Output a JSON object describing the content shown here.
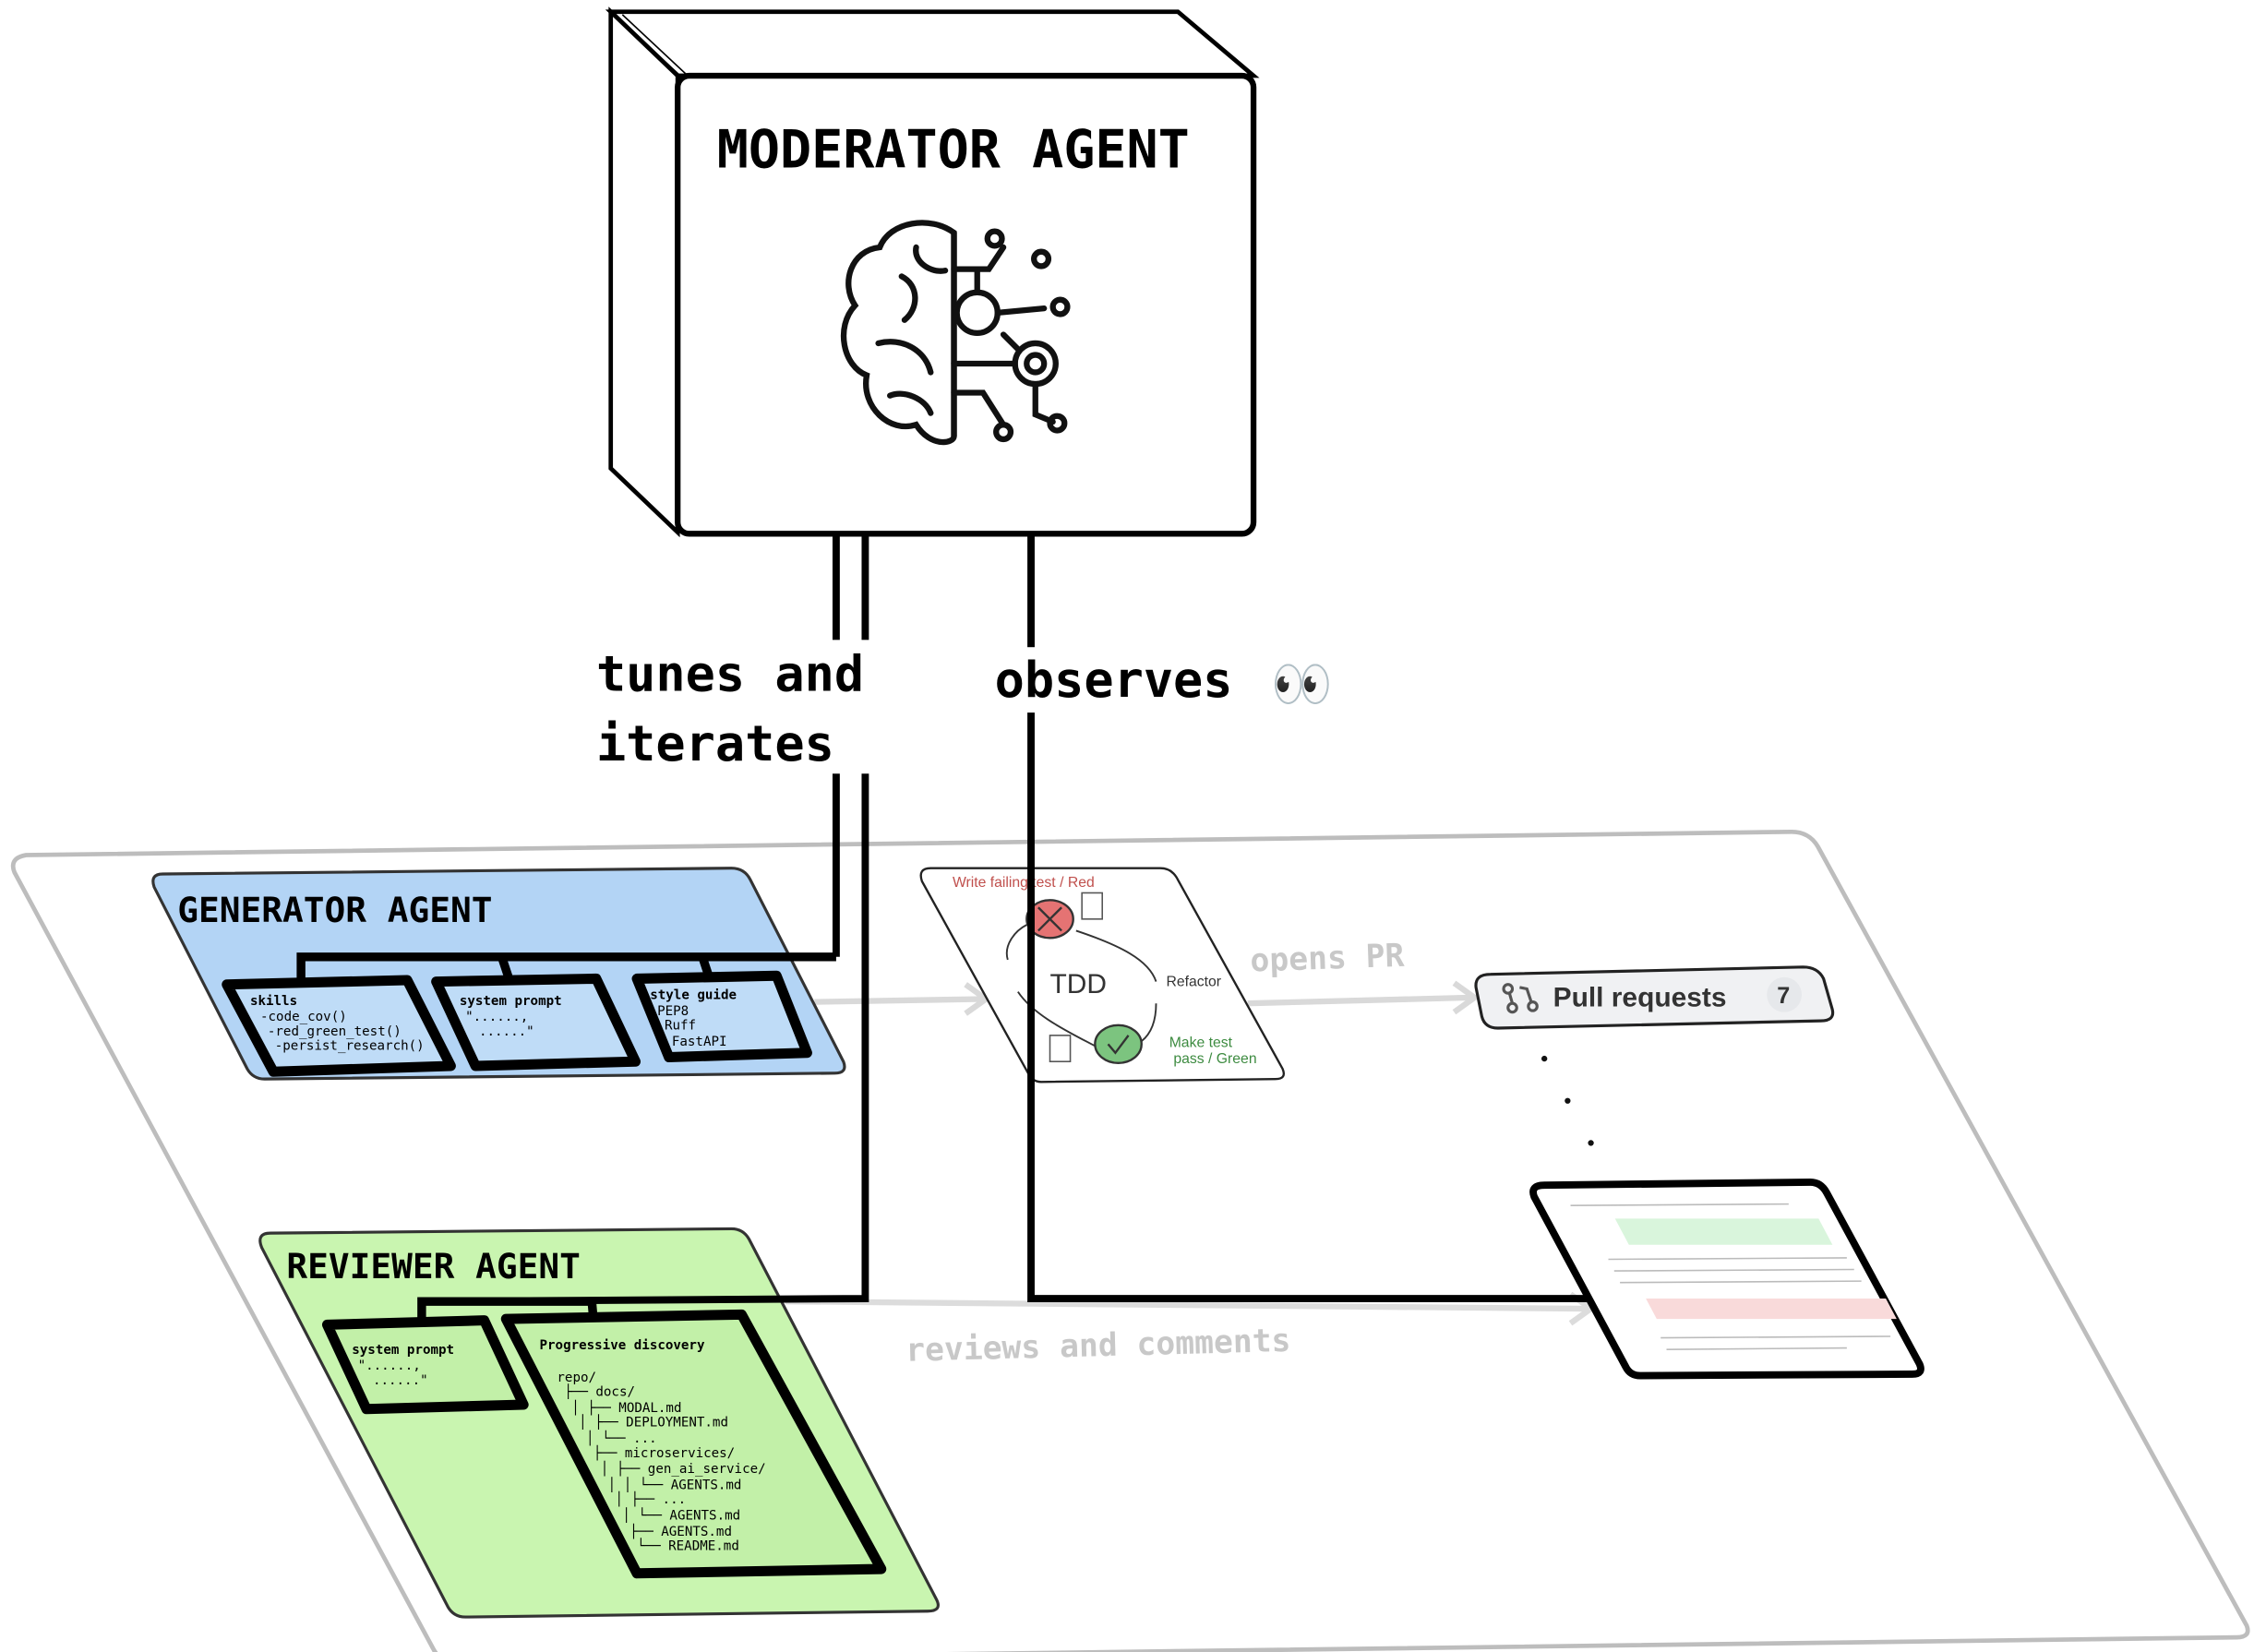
{
  "moderator": {
    "title": "MODERATOR AGENT",
    "icon": "brain-circuit-icon"
  },
  "edges": {
    "tunes_line1": "tunes and",
    "tunes_line2": "iterates",
    "observes": "observes",
    "observes_emoji": "👀",
    "opens_pr": "opens PR",
    "reviews": "reviews and comments"
  },
  "generator": {
    "title": "GENERATOR AGENT",
    "color": "#b3d4f5",
    "skills": {
      "title": "skills",
      "lines": [
        "-code_cov()",
        "-red_green_test()",
        "-persist_research()"
      ]
    },
    "system_prompt": {
      "title": "system prompt",
      "lines": [
        "\"......,",
        " ......\""
      ]
    },
    "style_guide": {
      "title": "style guide",
      "lines": [
        "PEP8",
        "Ruff",
        "FastAPI"
      ]
    }
  },
  "tdd": {
    "center": "TDD",
    "red": "Write failing test / Red",
    "refactor": "Refactor",
    "green_line1": "Make test",
    "green_line2": "pass / Green",
    "red_color": "#e57373",
    "green_color": "#7cc47f"
  },
  "pull_requests": {
    "label": "Pull requests",
    "count": "7",
    "icon": "git-pull-request-icon"
  },
  "reviewer": {
    "title": "REVIEWER AGENT",
    "color": "#c9f5b0",
    "system_prompt": {
      "title": "system prompt",
      "lines": [
        "\"......,",
        " ......\""
      ]
    },
    "discovery": {
      "title": "Progressive discovery",
      "tree": [
        "repo/",
        "├── docs/",
        "│   ├── MODAL.md",
        "│   ├── DEPLOYMENT.md",
        "│   └── ...",
        "├── microservices/",
        "│   ├── gen_ai_service/",
        "│   │   └── AGENTS.md",
        "│   ├── ...",
        "│   └── AGENTS.md",
        "├── AGENTS.md",
        "└── README.md"
      ]
    }
  }
}
